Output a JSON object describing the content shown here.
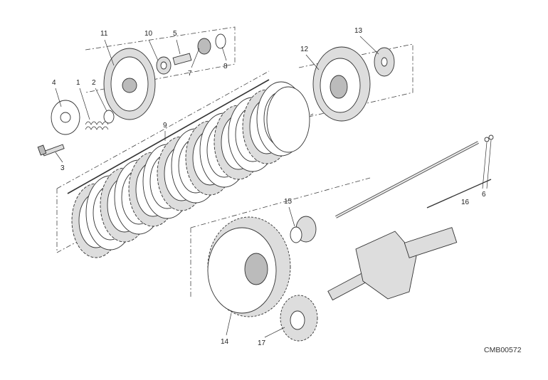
{
  "diagram": {
    "title_code": "CMB00572",
    "callouts": [
      "1",
      "2",
      "3",
      "4",
      "5",
      "6",
      "7",
      "8",
      "9",
      "10",
      "11",
      "12",
      "13",
      "14",
      "15",
      "16",
      "17"
    ]
  }
}
